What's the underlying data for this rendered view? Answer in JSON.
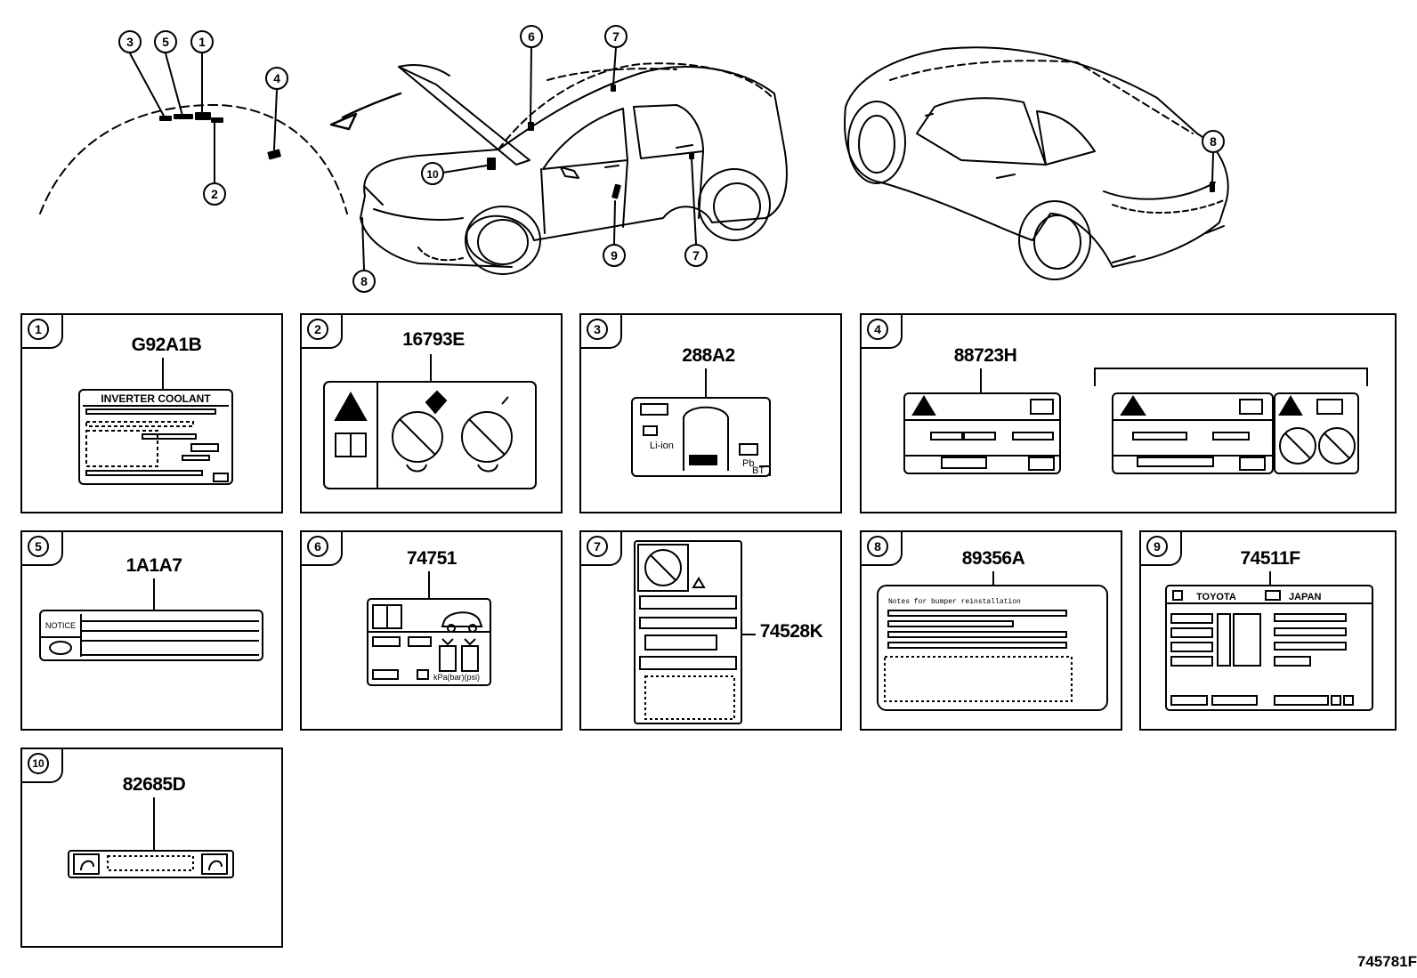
{
  "figure_code": "745781F",
  "callouts": [
    "1",
    "2",
    "3",
    "4",
    "5",
    "6",
    "7",
    "8",
    "9",
    "10"
  ],
  "panels": [
    {
      "number": "1",
      "part": "G92A1B",
      "label_text": "INVERTER COOLANT"
    },
    {
      "number": "2",
      "part": "16793E"
    },
    {
      "number": "3",
      "part": "288A2",
      "label_texts": [
        "Li-ion",
        "Pb",
        "BT"
      ]
    },
    {
      "number": "4",
      "part": "88723H"
    },
    {
      "number": "5",
      "part": "1A1A7",
      "label_text": "NOTICE"
    },
    {
      "number": "6",
      "part": "74751",
      "label_text": "kPa(bar)(psi)"
    },
    {
      "number": "7",
      "part": "74528K"
    },
    {
      "number": "8",
      "part": "89356A",
      "label_text": "Notes for bumper reinstallation"
    },
    {
      "number": "9",
      "part": "74511F",
      "label_texts": [
        "TOYOTA",
        "JAPAN"
      ]
    },
    {
      "number": "10",
      "part": "82685D"
    }
  ]
}
